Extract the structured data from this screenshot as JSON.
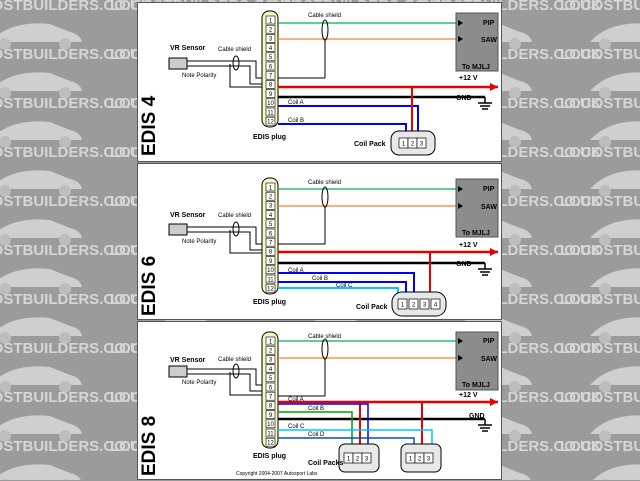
{
  "watermark": {
    "text": "LOCOSTBUILDERS.CO.UK",
    "color": "#d6d6d6"
  },
  "panels": [
    {
      "title": "EDIS 4",
      "vr_sensor": "VR Sensor",
      "note_polarity": "Note Polarity",
      "cable_shield_left": "Cable shield",
      "cable_shield_top": "Cable shield",
      "edis_plug": "EDIS plug",
      "pip": "PIP",
      "saw": "SAW",
      "to_mjlj": "To MJLJ",
      "plus12v": "+12 V",
      "gnd": "GND",
      "coil_pack": "Coil Pack",
      "coils": [
        "Coil A",
        "Coil B"
      ],
      "pins": [
        "1",
        "2",
        "3",
        "4",
        "5",
        "6",
        "7",
        "8",
        "9",
        "10",
        "11",
        "12"
      ],
      "terminals": [
        "1",
        "2",
        "3"
      ]
    },
    {
      "title": "EDIS 6",
      "vr_sensor": "VR Sensor",
      "note_polarity": "Note Polarity",
      "cable_shield_left": "Cable shield",
      "cable_shield_top": "Cable shield",
      "edis_plug": "EDIS plug",
      "pip": "PIP",
      "saw": "SAW",
      "to_mjlj": "To MJLJ",
      "plus12v": "+12 V",
      "gnd": "GND",
      "coil_pack": "Coil Pack",
      "coils": [
        "Coil A",
        "Coil B",
        "Coil C"
      ],
      "pins": [
        "1",
        "2",
        "3",
        "4",
        "5",
        "6",
        "7",
        "8",
        "9",
        "10",
        "11",
        "12"
      ],
      "terminals": [
        "1",
        "2",
        "3",
        "4"
      ]
    },
    {
      "title": "EDIS 8",
      "vr_sensor": "VR Sensor",
      "note_polarity": "Note Polarity",
      "cable_shield_left": "Cable shield",
      "cable_shield_top": "Cable shield",
      "edis_plug": "EDIS plug",
      "pip": "PIP",
      "saw": "SAW",
      "to_mjlj": "To MJLJ",
      "plus12v": "+12 V",
      "gnd": "GND",
      "coil_pack": "Coil Packs",
      "coils": [
        "Coil A",
        "Coil B",
        "Coil C",
        "Coil D"
      ],
      "pins": [
        "1",
        "2",
        "3",
        "4",
        "5",
        "6",
        "7",
        "8",
        "9",
        "10",
        "11",
        "12"
      ],
      "terminals": [
        "1",
        "2",
        "3"
      ]
    }
  ],
  "copyright": "Copyright 2004-2007 Autosport Labs",
  "colors": {
    "pip": "#00b050",
    "saw": "#ff7f27",
    "power": "#e60000",
    "ground": "#000000",
    "coil_a": "#0000ff",
    "coil_b": "#00a000",
    "coil_c": "#00c8ff",
    "coil_d": "#0050c0"
  }
}
